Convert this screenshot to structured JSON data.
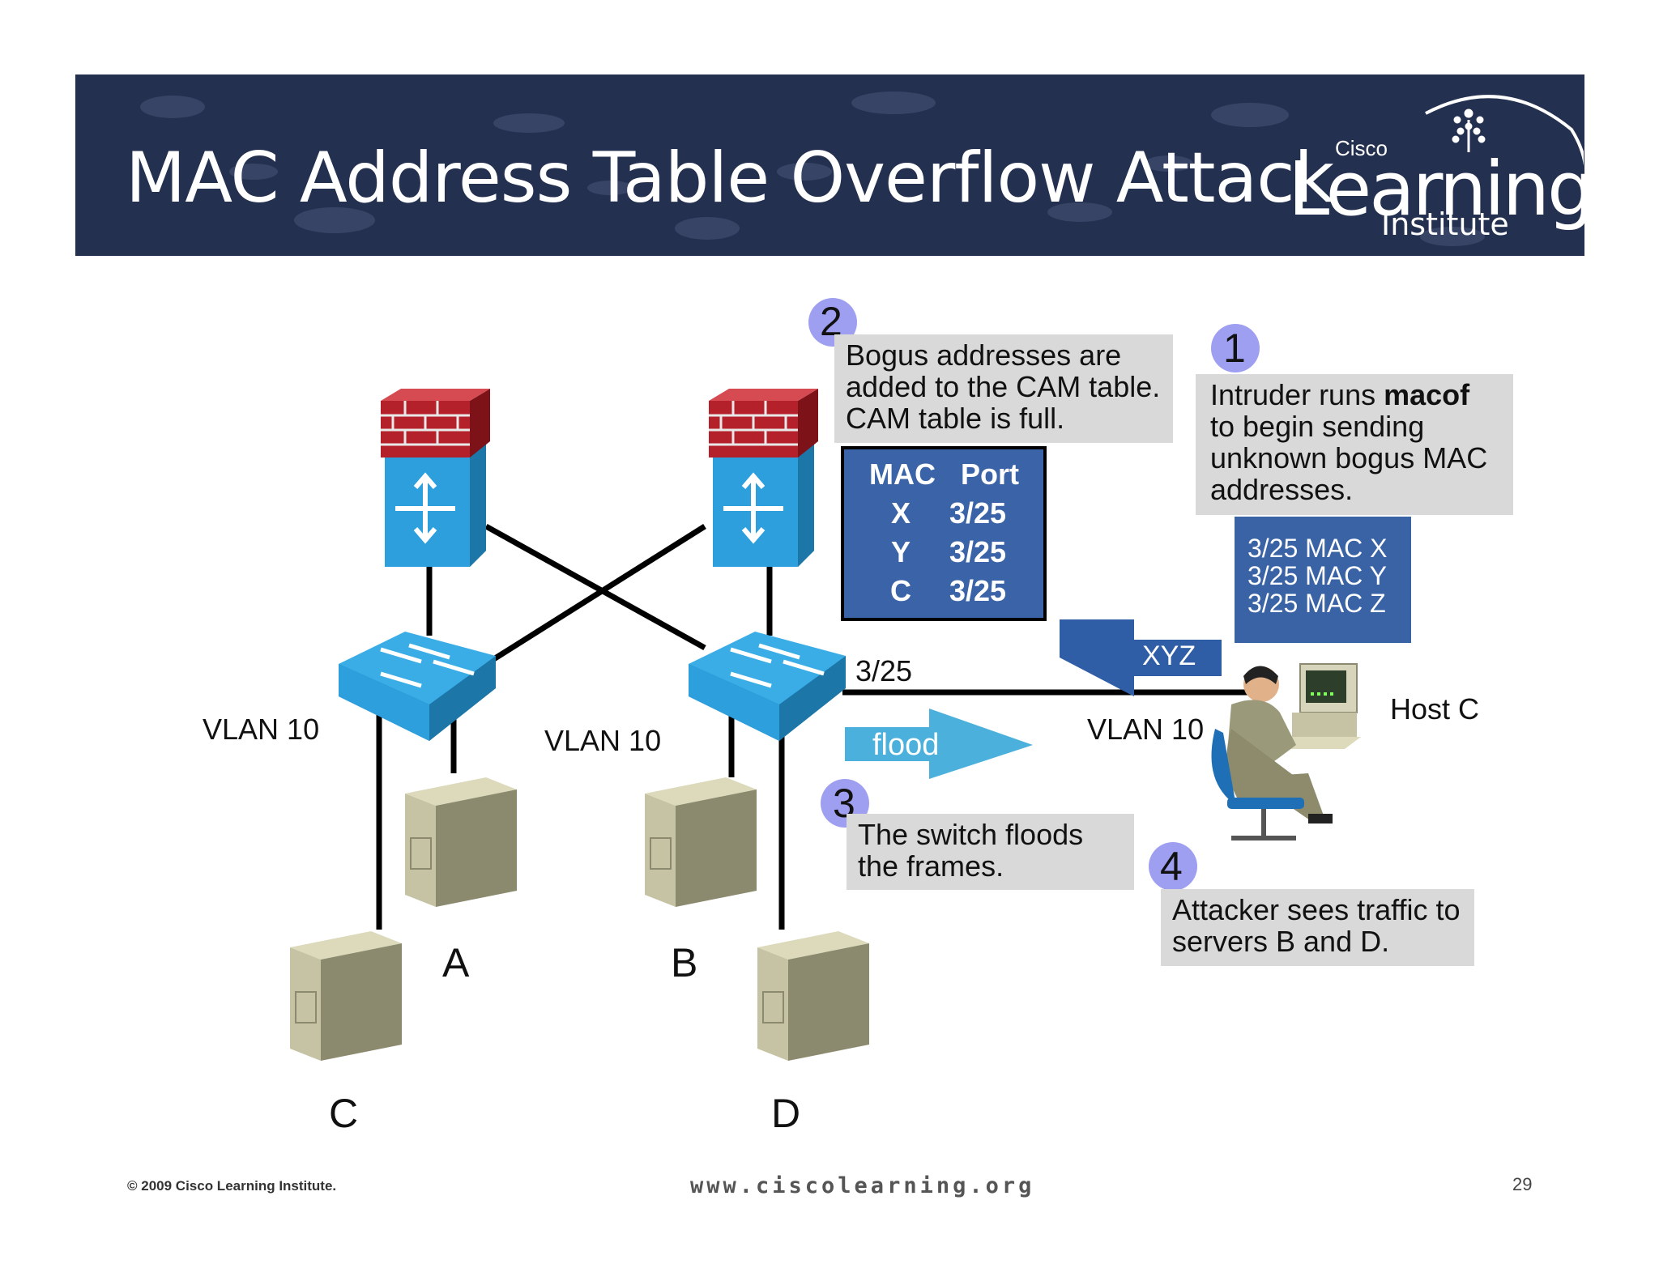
{
  "slide": {
    "title": "MAC Address Table Overflow Attack",
    "page_number": "29",
    "copyright": "© 2009 Cisco Learning Institute.",
    "url": "www.ciscolearning.org"
  },
  "logo": {
    "cisco": "Cisco",
    "learning": "Learning",
    "institute": "Institute"
  },
  "steps": [
    {
      "number": "1",
      "text_before": "Intruder runs ",
      "bold": "macof",
      "text_after": " to begin sending unknown bogus MAC addresses."
    },
    {
      "number": "2",
      "text": "Bogus addresses are added to the CAM table. CAM table is full."
    },
    {
      "number": "3",
      "text": "The switch floods the frames."
    },
    {
      "number": "4",
      "text": "Attacker sees traffic to servers B and D."
    }
  ],
  "cam_table": {
    "headers": [
      "MAC",
      "Port"
    ],
    "rows": [
      [
        "X",
        "3/25"
      ],
      [
        "Y",
        "3/25"
      ],
      [
        "C",
        "3/25"
      ]
    ]
  },
  "attack_frames": [
    "3/25 MAC X",
    "3/25 MAC Y",
    "3/25 MAC Z"
  ],
  "arrows": {
    "xyz": "XYZ",
    "flood": "flood"
  },
  "labels": {
    "port": "3/25",
    "vlan_left": "VLAN 10",
    "vlan_middle": "VLAN 10",
    "vlan_right": "VLAN 10",
    "host": "Host C"
  },
  "servers": [
    "A",
    "B",
    "C",
    "D"
  ],
  "colors": {
    "banner": "#24304f",
    "switch": "#2d9fdc",
    "firewall_brick": "#b5212a",
    "badge": "#9f9ff2",
    "cam_blue": "#3b64a8",
    "arrow_xyz": "#2f5da6",
    "arrow_flood": "#4bb1dc",
    "server": "#c5c3a3",
    "callout": "#d9d9d9"
  }
}
